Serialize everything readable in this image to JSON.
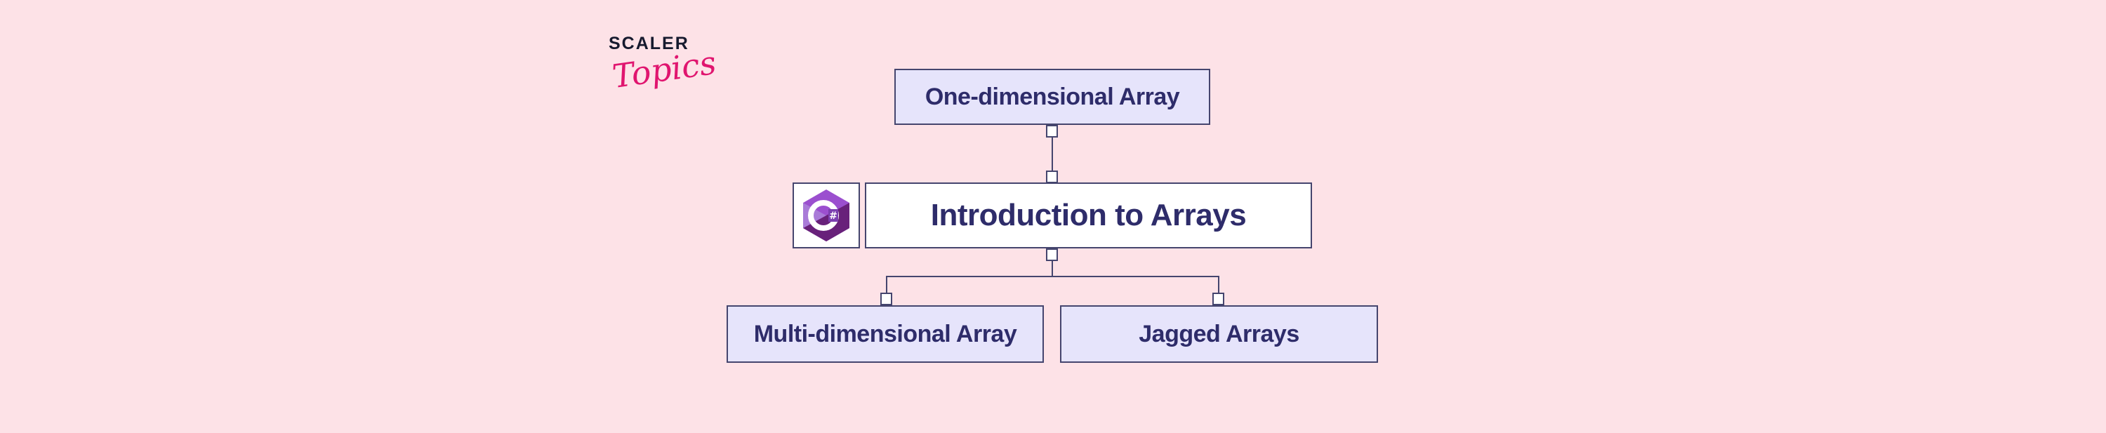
{
  "logo": {
    "line1": "SCALER",
    "line2": "Topics"
  },
  "diagram": {
    "top": "One-dimensional Array",
    "center": "Introduction to Arrays",
    "center_icon": "csharp-logo-icon",
    "left": "Multi-dimensional Array",
    "right": "Jagged Arrays"
  },
  "colors": {
    "background": "#fde2e7",
    "node_fill": "#e6e4fb",
    "text": "#2e2c6a",
    "brand": "#e0156f"
  }
}
